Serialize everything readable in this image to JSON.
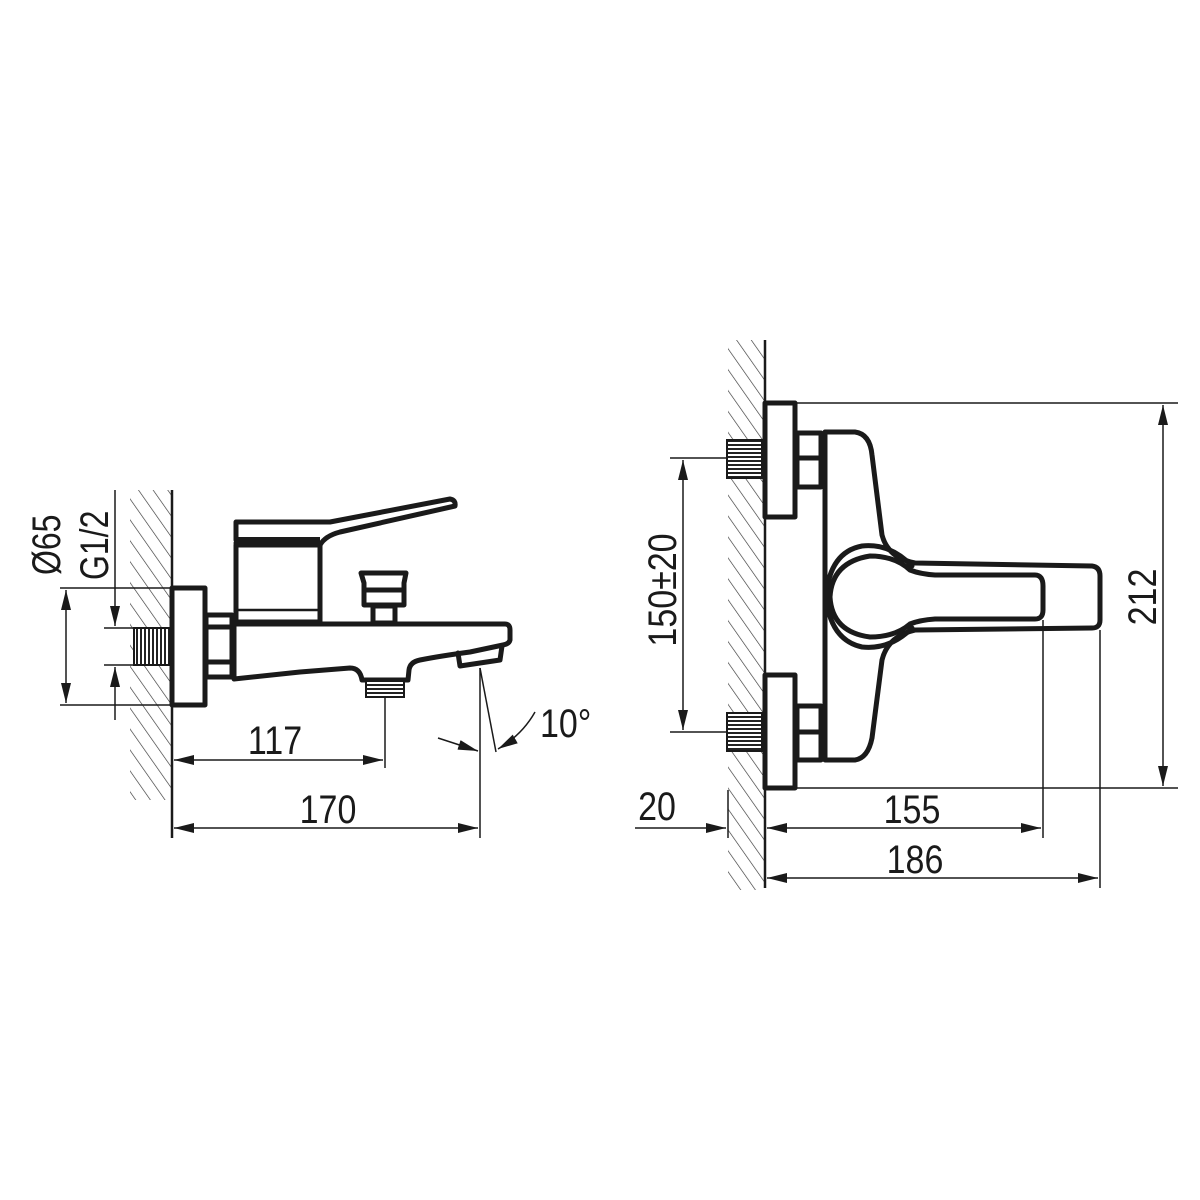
{
  "drawing": {
    "side_view": {
      "labels": {
        "flange_diameter": "Ø65",
        "thread_size": "G1/2",
        "outlet_distance": "117",
        "spout_projection": "170",
        "spout_angle": "10°"
      }
    },
    "front_view": {
      "labels": {
        "inlet_spacing": "150±20",
        "total_height": "212",
        "wall_offset": "20",
        "handle_projection": "155",
        "total_projection": "186"
      }
    },
    "line_color": "#1a1a1a"
  }
}
